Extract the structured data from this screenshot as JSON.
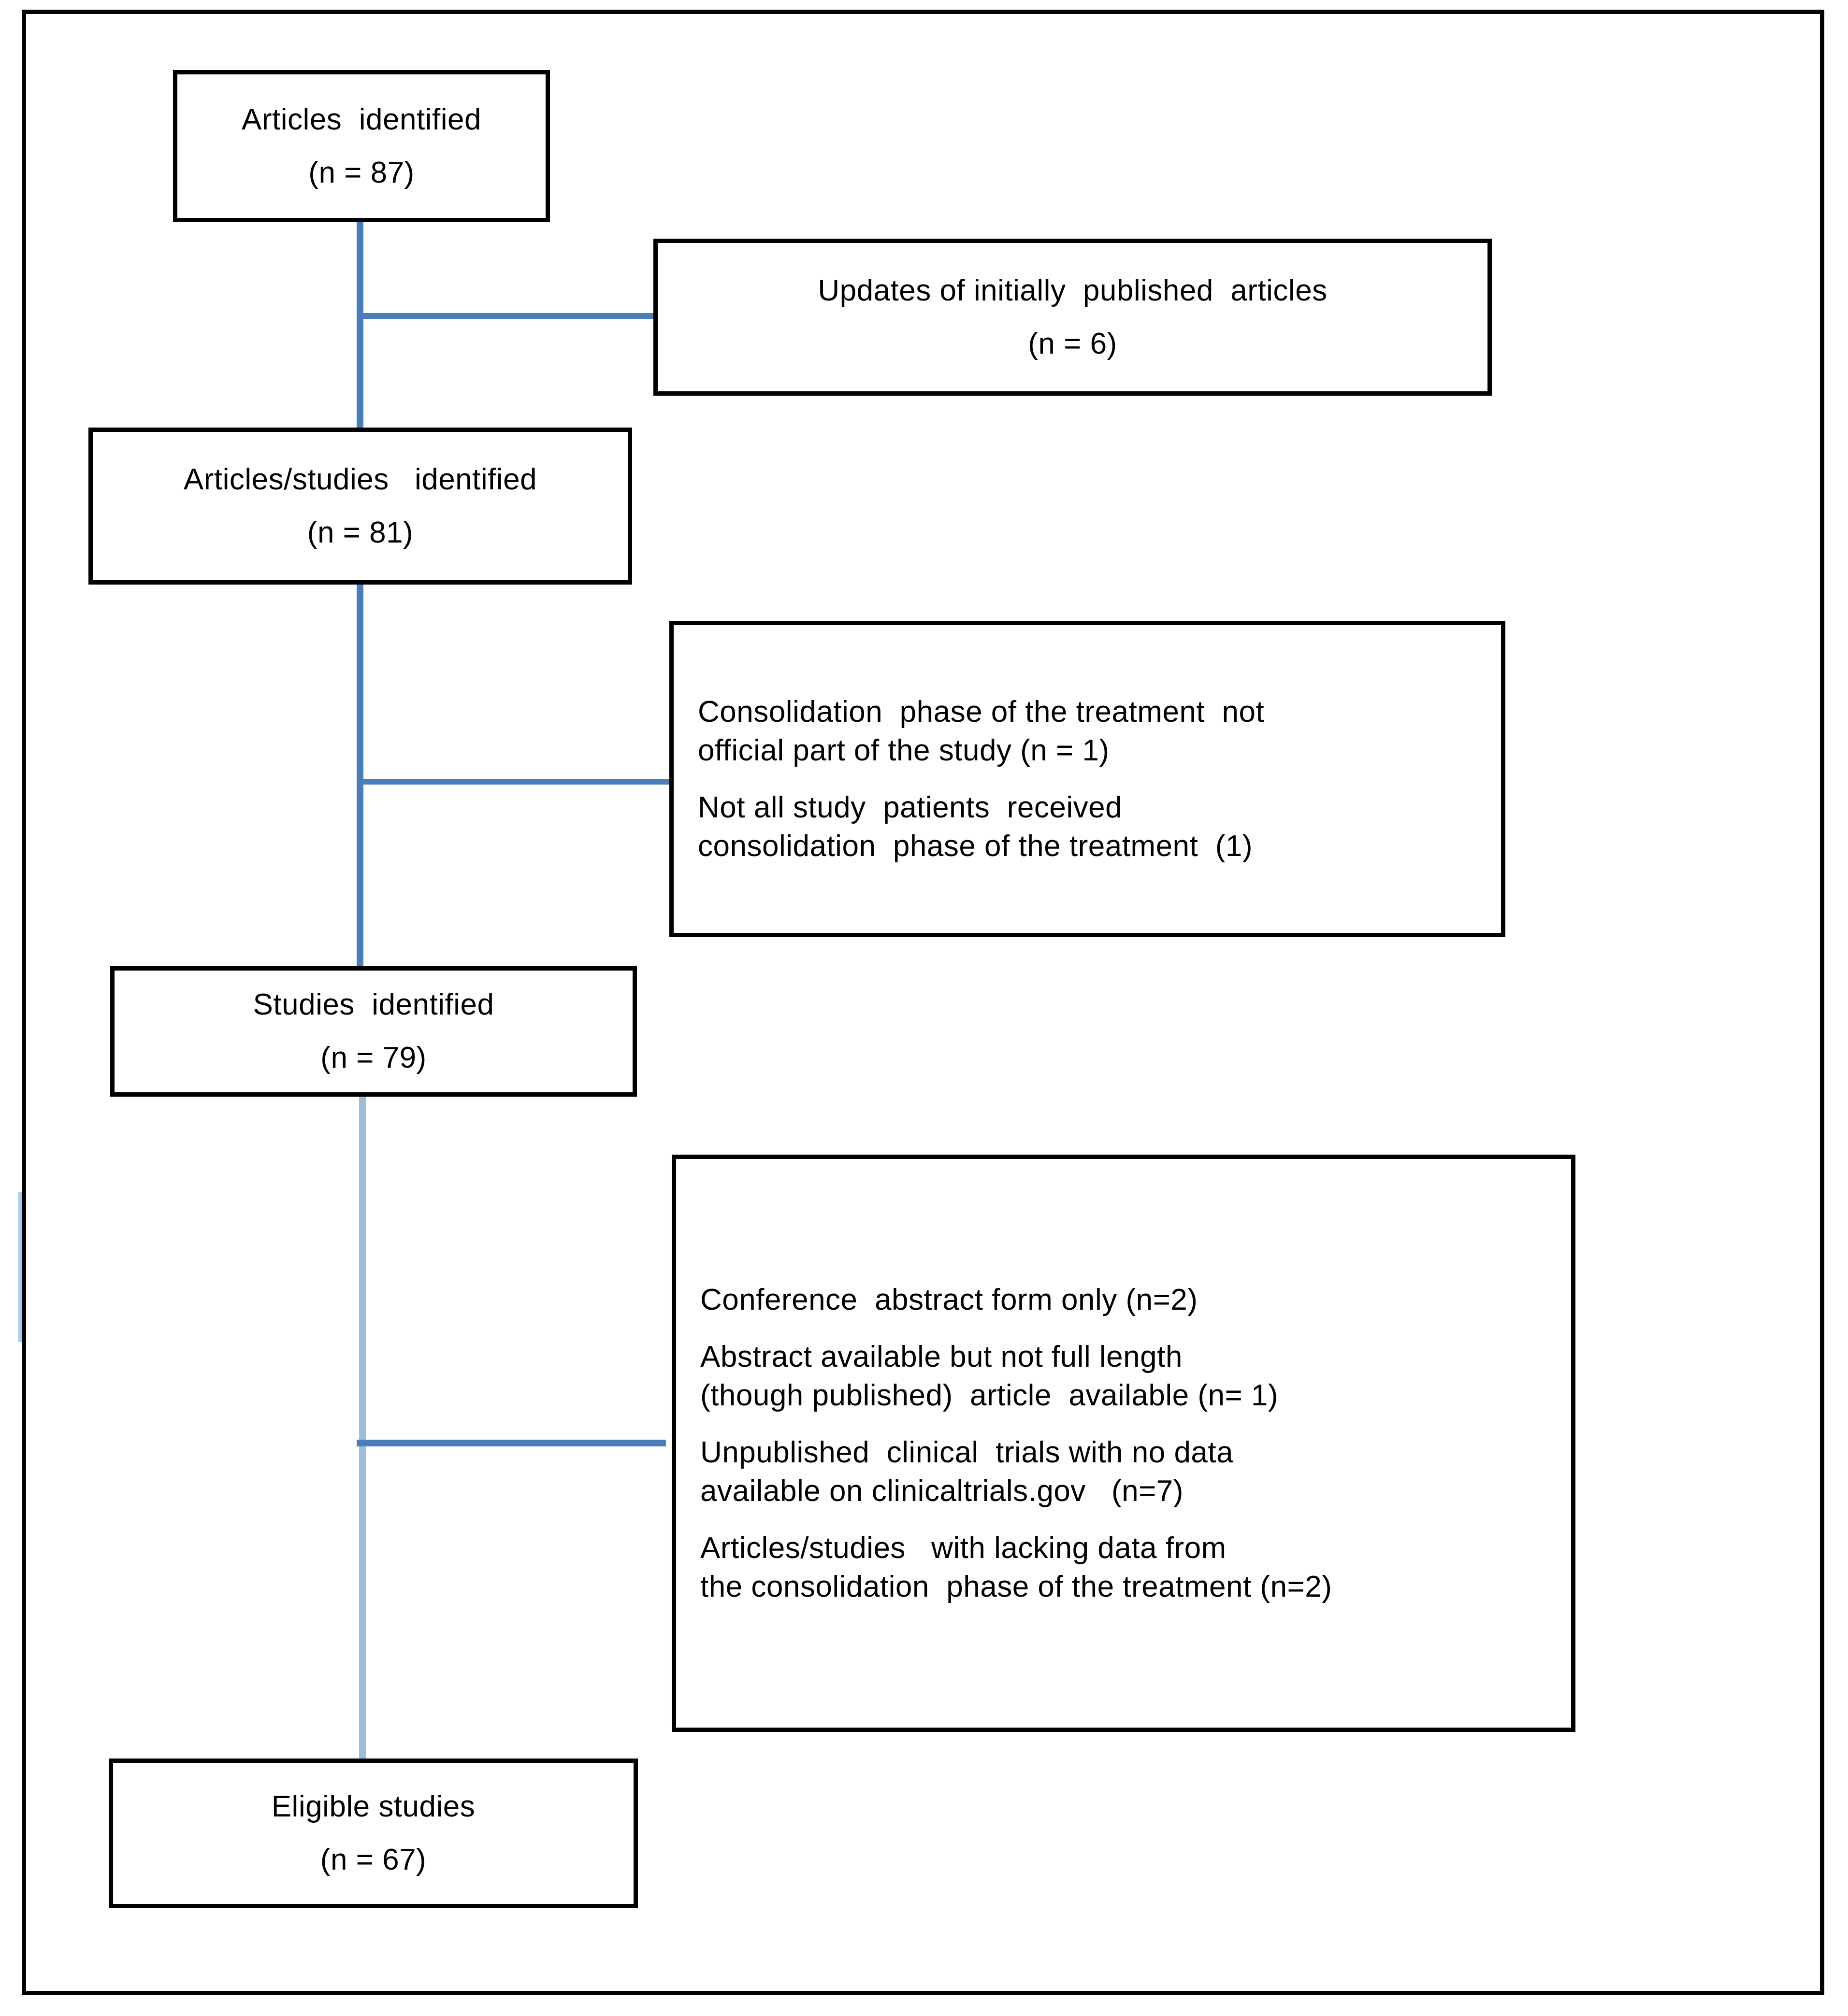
{
  "diagram": {
    "type": "prisma-study-selection-flowchart",
    "accent_color": "#4a7ebb",
    "border_color": "#000000",
    "background_color": "#ffffff",
    "nodes": {
      "articles_identified": {
        "line1": "Articles  identified",
        "line2": "(n = 87)"
      },
      "updates_excluded": {
        "line1": "Updates of initially  published  articles",
        "line2": "(n = 6)"
      },
      "articles_studies_identified": {
        "line1": "Articles/studies   identified",
        "line2": "(n = 81)"
      },
      "consolidation_excluded": {
        "para1_line1": "Consolidation  phase of the treatment  not",
        "para1_line2": "official part of the study (n = 1)",
        "para2_line1": "Not all study  patients  received",
        "para2_line2": "consolidation  phase of the treatment  (1)"
      },
      "studies_identified": {
        "line1": "Studies  identified",
        "line2": "(n = 79)"
      },
      "final_excluded": {
        "para1_line1": "Conference  abstract form only (n=2)",
        "para2_line1": "Abstract available but not full length",
        "para2_line2": "(though published)  article  available (n= 1)",
        "para3_line1": "Unpublished  clinical  trials with no data",
        "para3_line2": "available on clinicaltrials.gov   (n=7)",
        "para4_line1": "Articles/studies   with lacking data from",
        "para4_line2": "the consolidation  phase of the treatment (n=2)"
      },
      "eligible_studies": {
        "line1": "Eligible studies",
        "line2": "(n = 67)"
      }
    }
  }
}
